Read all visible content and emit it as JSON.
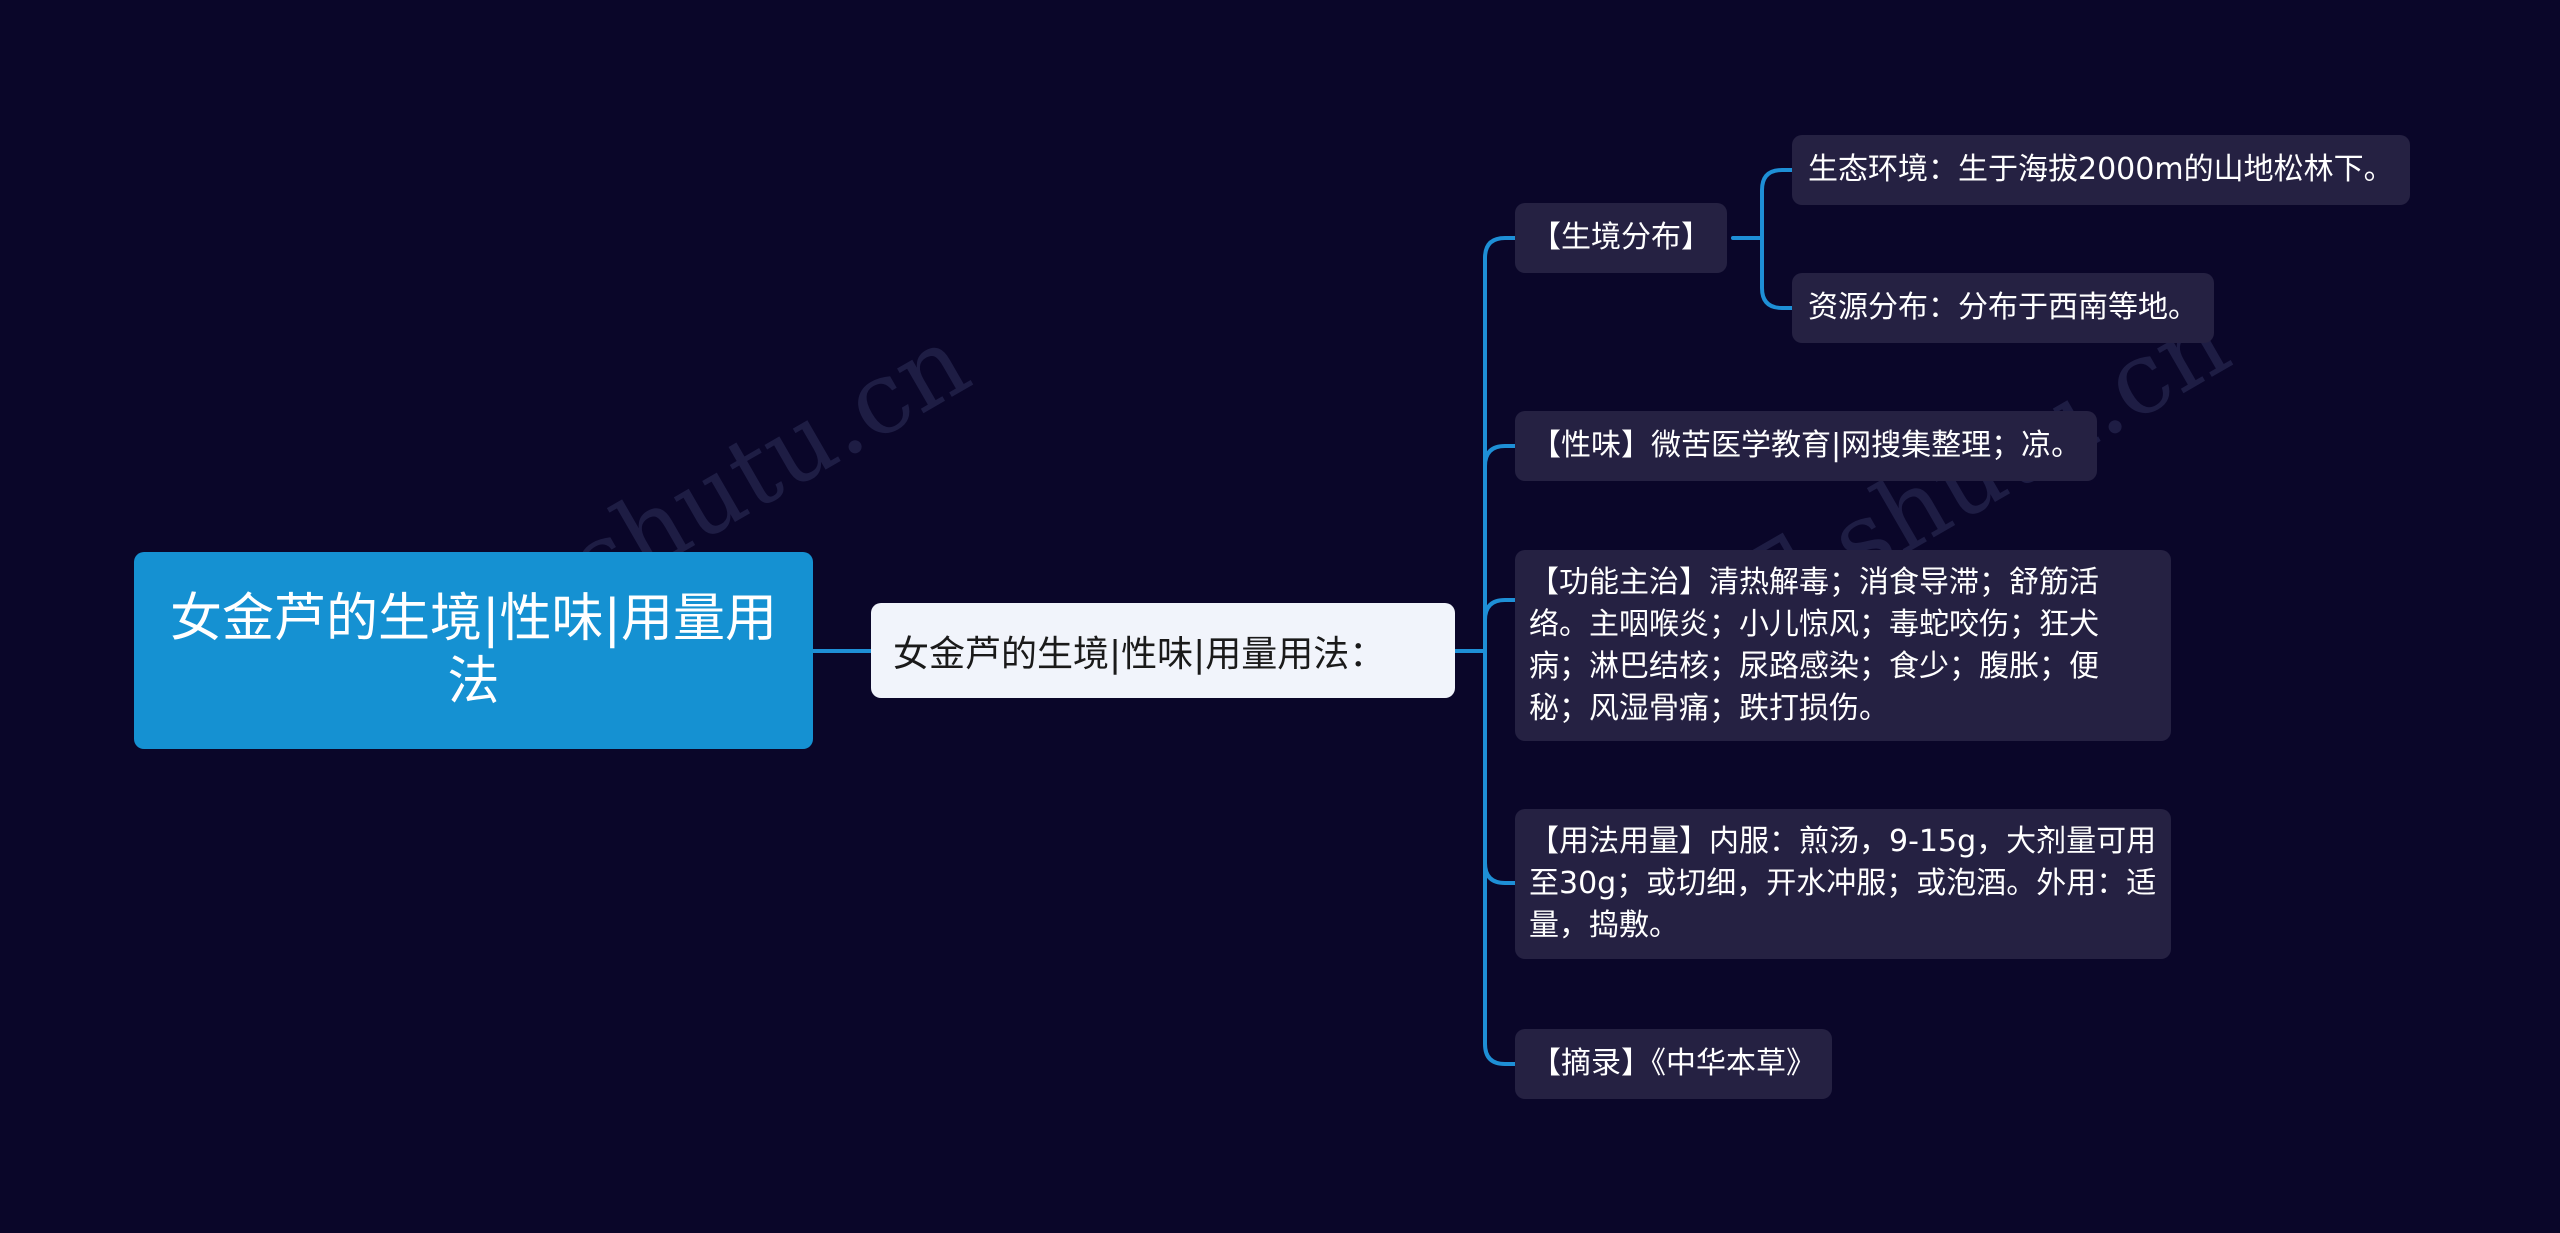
{
  "watermark": "树图 shutu.cn",
  "root": {
    "label": "女金芦的生境|性味|用量用法"
  },
  "sub": {
    "label": "女金芦的生境|性味|用量用法："
  },
  "branches": [
    {
      "label": "【生境分布】",
      "children": [
        "生态环境：生于海拔2000m的山地松林下。",
        "资源分布：分布于西南等地。"
      ]
    },
    {
      "label": "【性味】微苦医学教育|网搜集整理；凉。"
    },
    {
      "label": "【功能主治】清热解毒；消食导滞；舒筋活络。主咽喉炎；小儿惊风；毒蛇咬伤；狂犬病；淋巴结核；尿路感染；食少；腹胀；便秘；风湿骨痛；跌打损伤。"
    },
    {
      "label": "【用法用量】内服：煎汤，9-15g，大剂量可用至30g；或切细，开水冲服；或泡酒。外用：适量，捣敷。"
    },
    {
      "label": "【摘录】《中华本草》"
    }
  ],
  "colors": {
    "background": "#0a0629",
    "root_fill": "#1591d2",
    "sub_fill": "#f1f4fb",
    "leaf_fill": "#252142",
    "connector": "#1e8fd6"
  }
}
